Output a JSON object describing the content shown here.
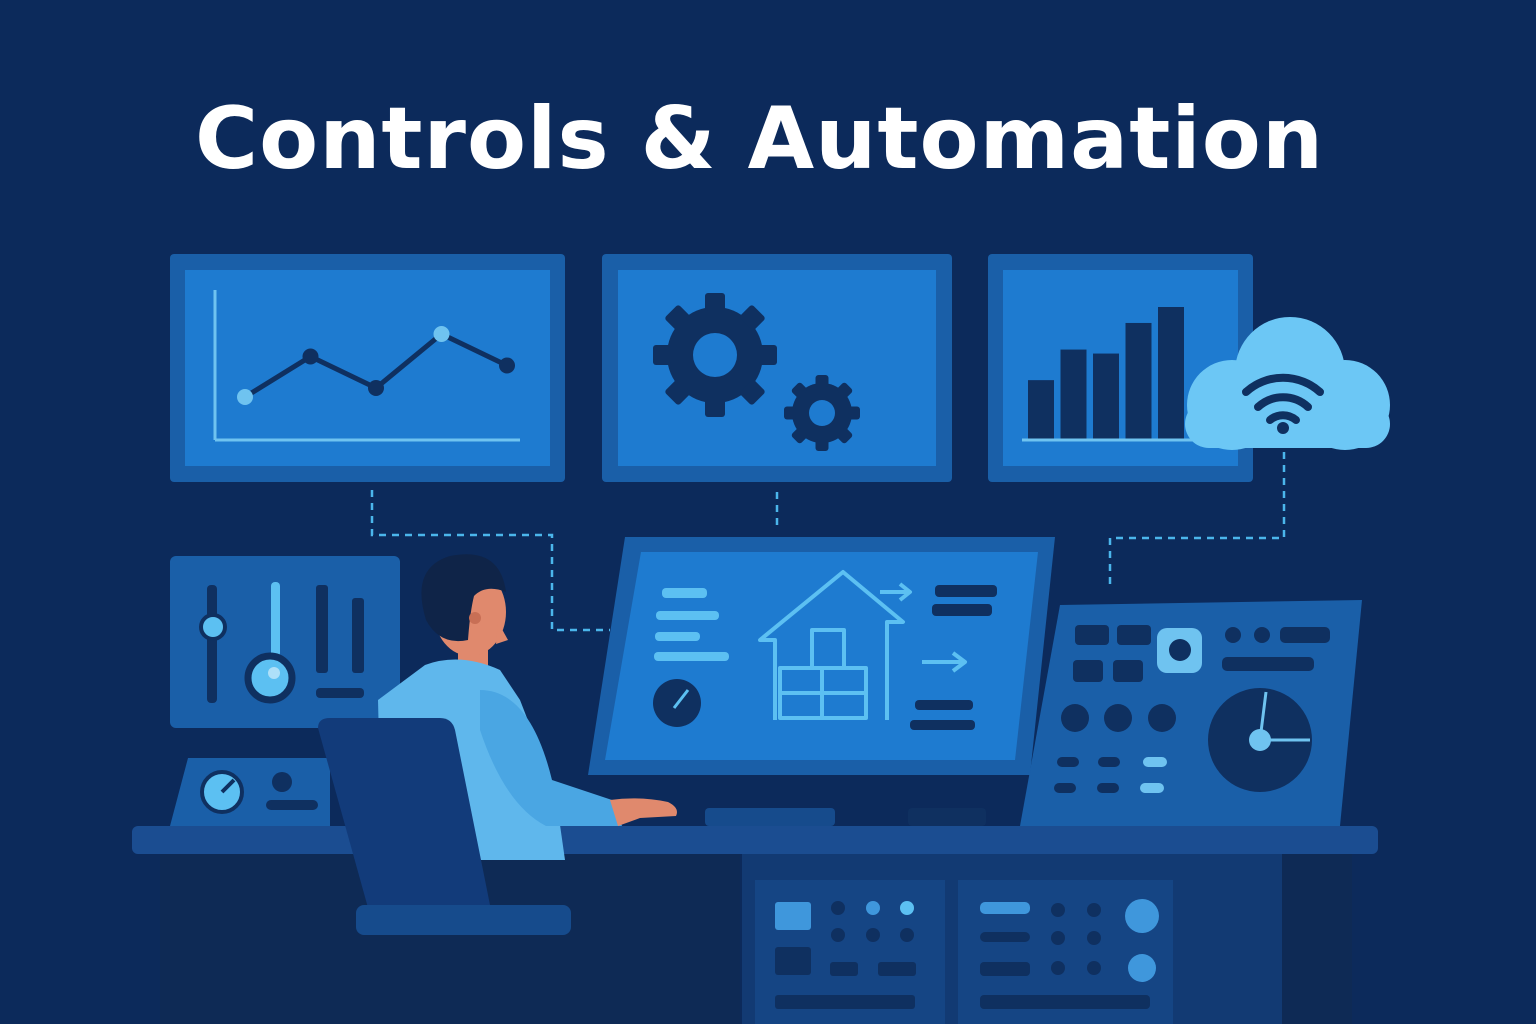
{
  "title": "Controls & Automation",
  "colors": {
    "background": "#0c2a5b",
    "screen_frame": "#1a5fa8",
    "screen_fill": "#1e7bd0",
    "dark_navy": "#0f3060",
    "light_accent": "#5cc0f2",
    "cloud": "#6cc7f5",
    "skin": "#e0896d",
    "shirt": "#5fb7ec",
    "chair": "#123b7a",
    "desk": "#153f7e"
  },
  "icons": [
    "line-chart-icon",
    "gears-icon",
    "bar-chart-icon",
    "cloud-wifi-icon",
    "house-boxes-icon",
    "gauge-icon"
  ],
  "line_chart_points": [
    0.1,
    0.55,
    0.2,
    0.8,
    0.45
  ],
  "bar_chart_values": [
    0.45,
    0.68,
    0.65,
    0.88,
    1.0
  ]
}
